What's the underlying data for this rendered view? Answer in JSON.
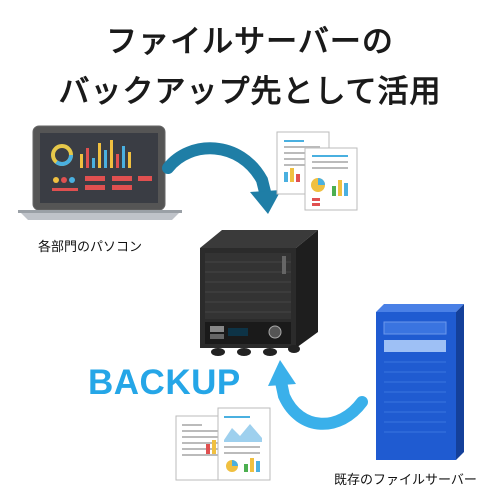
{
  "headline": {
    "line1": "ファイルサーバーの",
    "line2": "バックアップ先として活用"
  },
  "labels": {
    "laptop_caption": "各部門のパソコン",
    "server_caption": "既存のファイルサーバー",
    "backup_text": "BACKUP"
  },
  "colors": {
    "headline": "#1a1a1a",
    "backup_accent": "#25a6e7",
    "arrow_top": "#1f7ea6",
    "arrow_bottom": "#3ab0ea",
    "file_server": "#1f5bd1",
    "nas_body": "#2b2b2b"
  },
  "icons": [
    "laptop-icon",
    "document-icon",
    "nas-device-icon",
    "file-server-icon",
    "curved-arrow-icon"
  ]
}
